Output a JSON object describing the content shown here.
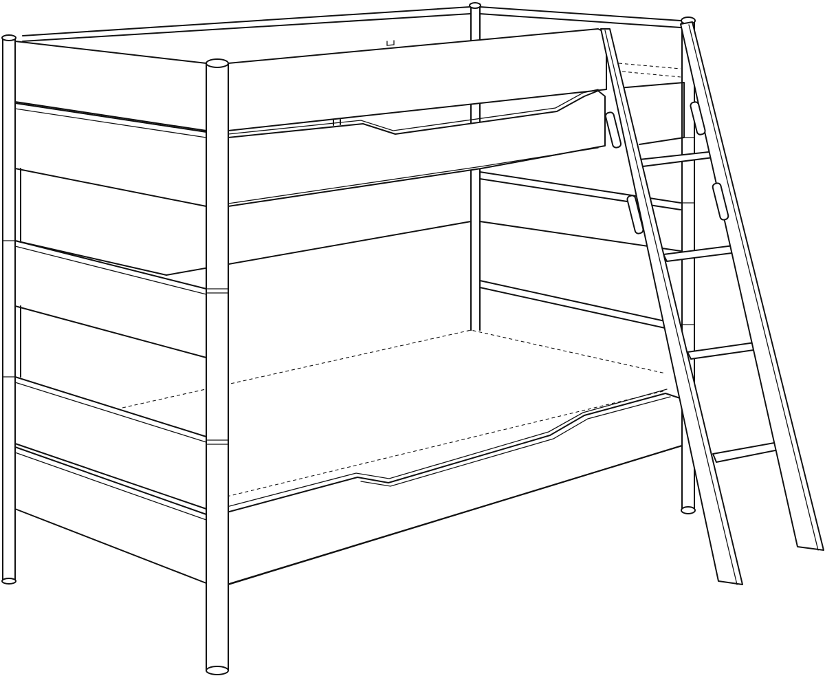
{
  "drawing": {
    "subject": "bunk-bed-with-slanted-ladder",
    "line_color": "#111111",
    "background_color": "#ffffff",
    "ladder_rungs": 4,
    "posts": 4,
    "beds": 2
  }
}
